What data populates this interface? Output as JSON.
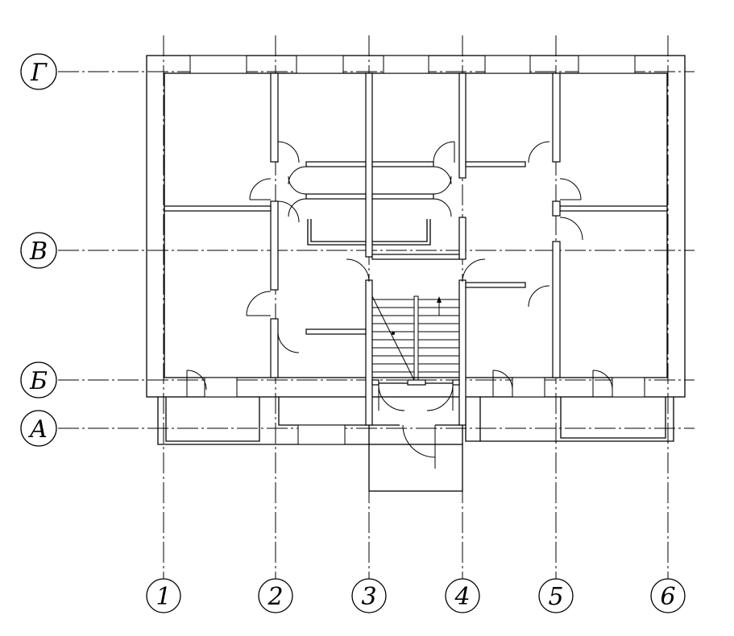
{
  "axes": {
    "rows": [
      {
        "label": "Г"
      },
      {
        "label": "В"
      },
      {
        "label": "Б"
      },
      {
        "label": "А"
      }
    ],
    "columns": [
      {
        "label": "1"
      },
      {
        "label": "2"
      },
      {
        "label": "3"
      },
      {
        "label": "4"
      },
      {
        "label": "5"
      },
      {
        "label": "6"
      }
    ]
  },
  "colors": {
    "line": "#000000",
    "background": "#ffffff"
  }
}
